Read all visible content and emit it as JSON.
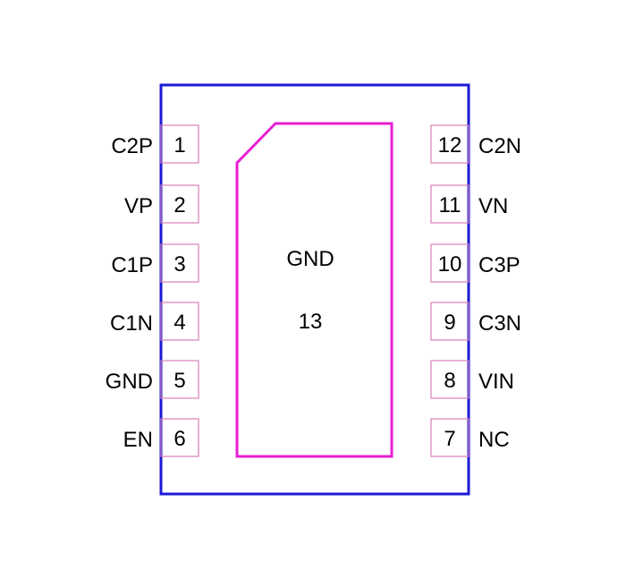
{
  "colors": {
    "body_outline": "#1a1ad6",
    "pad_outline": "#e81ed4",
    "pin_outline": "#d97fb6",
    "text": "#000000"
  },
  "pad": {
    "name": "GND",
    "number": "13"
  },
  "left_pins": [
    {
      "number": "1",
      "name": "C2P"
    },
    {
      "number": "2",
      "name": "VP"
    },
    {
      "number": "3",
      "name": "C1P"
    },
    {
      "number": "4",
      "name": "C1N"
    },
    {
      "number": "5",
      "name": "GND"
    },
    {
      "number": "6",
      "name": "EN"
    }
  ],
  "right_pins": [
    {
      "number": "12",
      "name": "C2N"
    },
    {
      "number": "11",
      "name": "VN"
    },
    {
      "number": "10",
      "name": "C3P"
    },
    {
      "number": "9",
      "name": "C3N"
    },
    {
      "number": "8",
      "name": "VIN"
    },
    {
      "number": "7",
      "name": "NC"
    }
  ]
}
